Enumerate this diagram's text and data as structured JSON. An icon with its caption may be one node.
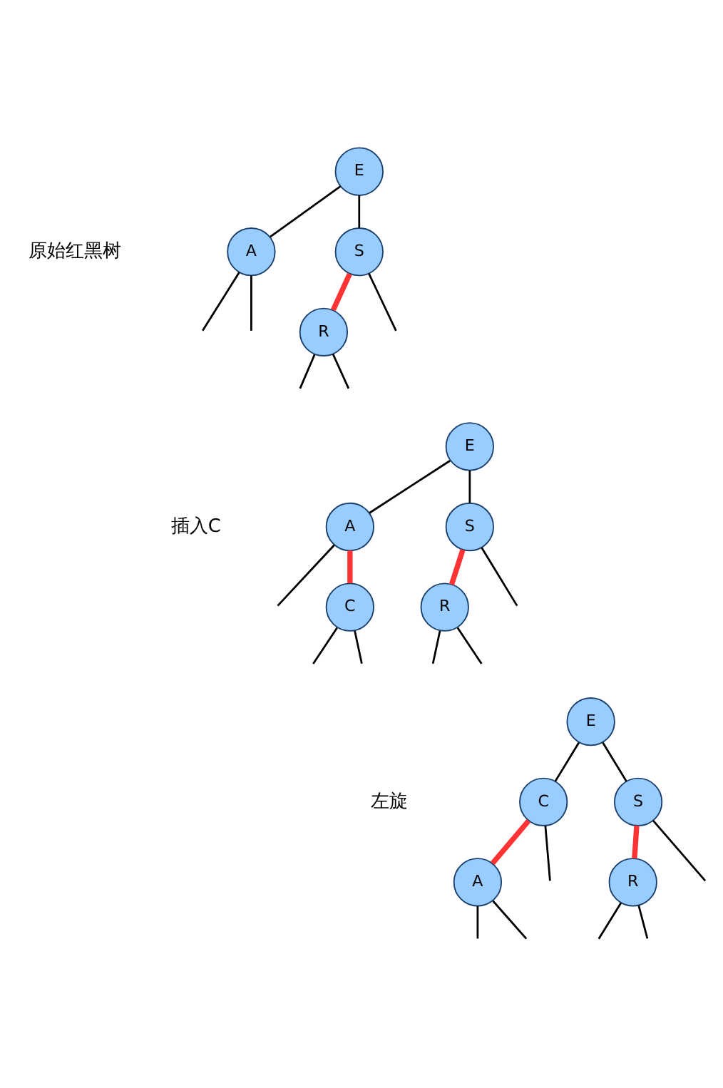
{
  "diagram": {
    "nodes": [
      {
        "text": [
          "E"
        ]
      },
      {
        "text": [
          "A"
        ]
      },
      {
        "text": [
          "S"
        ]
      },
      {
        "text": [
          "R"
        ]
      },
      {
        "text": [
          "E"
        ]
      },
      {
        "text": [
          "A"
        ]
      },
      {
        "text": [
          "S"
        ]
      },
      {
        "text": [
          "C"
        ]
      },
      {
        "text": [
          "R"
        ]
      },
      {
        "text": [
          "E"
        ]
      },
      {
        "text": [
          "C"
        ]
      },
      {
        "text": [
          "S"
        ]
      },
      {
        "text": [
          "A"
        ]
      },
      {
        "text": [
          "R"
        ]
      }
    ],
    "edges": [
      {
        "from": 0,
        "to": 1,
        "arrow": "none"
      },
      {
        "from": 0,
        "to": 2,
        "arrow": "none"
      },
      {
        "from": 2,
        "to": 3,
        "arrow": "none",
        "style": "thick",
        "color": "#ff3333"
      },
      {
        "from": 1,
        "to": null,
        "arrow": "none"
      },
      {
        "from": 1,
        "to": null,
        "arrow": "none"
      },
      {
        "from": 2,
        "to": null,
        "arrow": "none"
      },
      {
        "from": 3,
        "to": null,
        "arrow": "none"
      },
      {
        "from": 3,
        "to": null,
        "arrow": "none"
      },
      {
        "from": 4,
        "to": 5,
        "arrow": "none"
      },
      {
        "from": 4,
        "to": 6,
        "arrow": "none"
      },
      {
        "from": 5,
        "to": null,
        "arrow": "none"
      },
      {
        "from": 5,
        "to": 7,
        "arrow": "none",
        "style": "thick",
        "color": "#ff3333"
      },
      {
        "from": 6,
        "to": 8,
        "arrow": "none",
        "style": "thick",
        "color": "#ff3333"
      },
      {
        "from": 6,
        "to": null,
        "arrow": "none"
      },
      {
        "from": 7,
        "to": null,
        "arrow": "none"
      },
      {
        "from": 7,
        "to": null,
        "arrow": "none"
      },
      {
        "from": 8,
        "to": null,
        "arrow": "none"
      },
      {
        "from": 8,
        "to": null,
        "arrow": "none"
      },
      {
        "from": 9,
        "to": 10,
        "arrow": "none"
      },
      {
        "from": 9,
        "to": 11,
        "arrow": "none"
      },
      {
        "from": 10,
        "to": 12,
        "arrow": "none",
        "style": "thick",
        "color": "#ff3333"
      },
      {
        "from": 10,
        "to": null,
        "arrow": "none"
      },
      {
        "from": 11,
        "to": 13,
        "arrow": "none",
        "style": "thick",
        "color": "#ff3333"
      },
      {
        "from": 11,
        "to": null,
        "arrow": "none"
      },
      {
        "from": 12,
        "to": null,
        "arrow": "none"
      },
      {
        "from": 12,
        "to": null,
        "arrow": "none"
      },
      {
        "from": 13,
        "to": null,
        "arrow": "none"
      },
      {
        "from": 13,
        "to": null,
        "arrow": "none"
      }
    ],
    "labels": [
      "原始红黑树",
      "插入C",
      "左旋"
    ]
  }
}
